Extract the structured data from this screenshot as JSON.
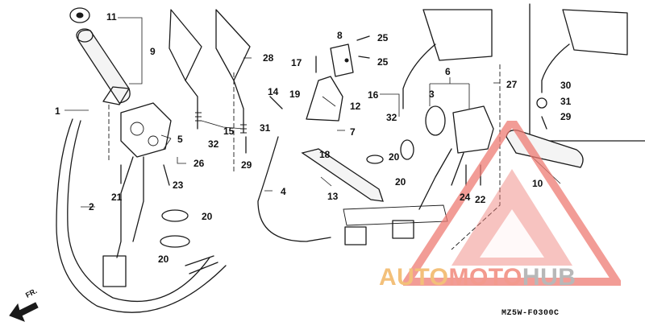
{
  "callouts": {
    "c1": "1",
    "c2": "2",
    "c3": "3",
    "c4": "4",
    "c5": "5",
    "c6": "6",
    "c7": "7",
    "c8": "8",
    "c9": "9",
    "c10": "10",
    "c11": "11",
    "c12": "12",
    "c13": "13",
    "c14": "14",
    "c15": "15",
    "c16": "16",
    "c17": "17",
    "c18": "18",
    "c19": "19",
    "c20a": "20",
    "c20b": "20",
    "c20c": "20",
    "c20d": "20",
    "c21": "21",
    "c22": "22",
    "c23": "23",
    "c24": "24",
    "c25a": "25",
    "c25b": "25",
    "c26": "26",
    "c27": "27",
    "c28": "28",
    "c29a": "29",
    "c29b": "29",
    "c30": "30",
    "c31a": "31",
    "c31b": "31",
    "c32a": "32",
    "c32b": "32"
  },
  "diagram_code": "MZ5W-F0300C",
  "front_label": "FR.",
  "watermark": {
    "brand_part1": "AUTO",
    "brand_part2": "MOTO",
    "brand_part3": "HUB",
    "colors": {
      "auto": "#f3c07a",
      "moto": "#f39a8e",
      "hub": "#b8b8b8",
      "triangle": "#ee7b73"
    }
  }
}
